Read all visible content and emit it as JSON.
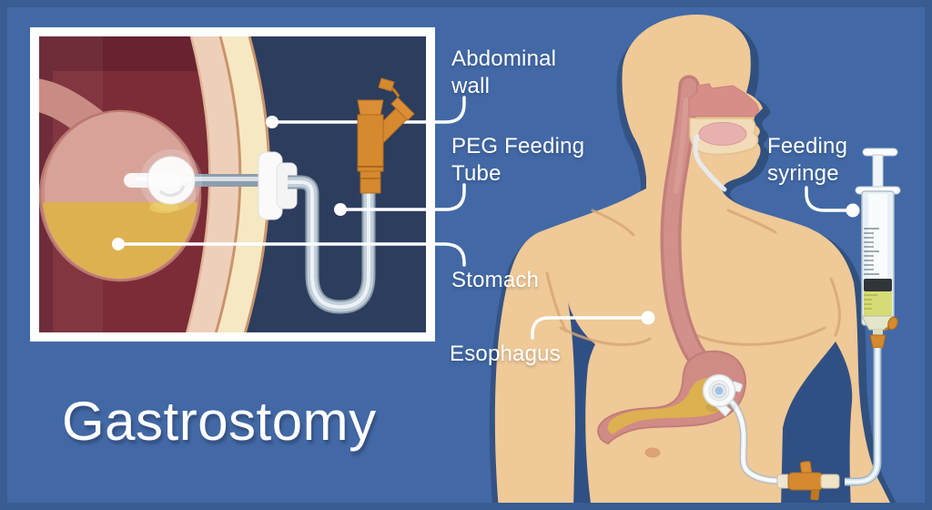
{
  "title": "Gastrostomy",
  "callouts": [
    {
      "id": "abdominal-wall",
      "text": "Abdominal\nwall"
    },
    {
      "id": "peg-feeding-tube",
      "text": "PEG Feeding\nTube"
    },
    {
      "id": "stomach",
      "text": "Stomach"
    },
    {
      "id": "esophagus",
      "text": "Esophagus"
    },
    {
      "id": "feeding-syringe",
      "text": "Feeding\nsyringe"
    }
  ],
  "colors": {
    "background": "#4269A6",
    "frame": "#395C93",
    "body_shadow": "#31507E",
    "skin": "#EFC997",
    "skin_contour": "#D8A476",
    "esophagus": "#CE8A85",
    "stomach_fluid": "#DDB14F",
    "stomach_pink": "#C98C84",
    "inset_interior_maroon": "#682230",
    "inset_exterior_navy": "#2C3D5E",
    "inset_wall_skin": "#EED0BA",
    "inset_wall_fat": "#F6E8C3",
    "tube_orange": "#D6892F",
    "tube_gray": "#8C9CAB",
    "syringe_liquid": "#D5DC76",
    "label_text": "#FFFFFF"
  }
}
